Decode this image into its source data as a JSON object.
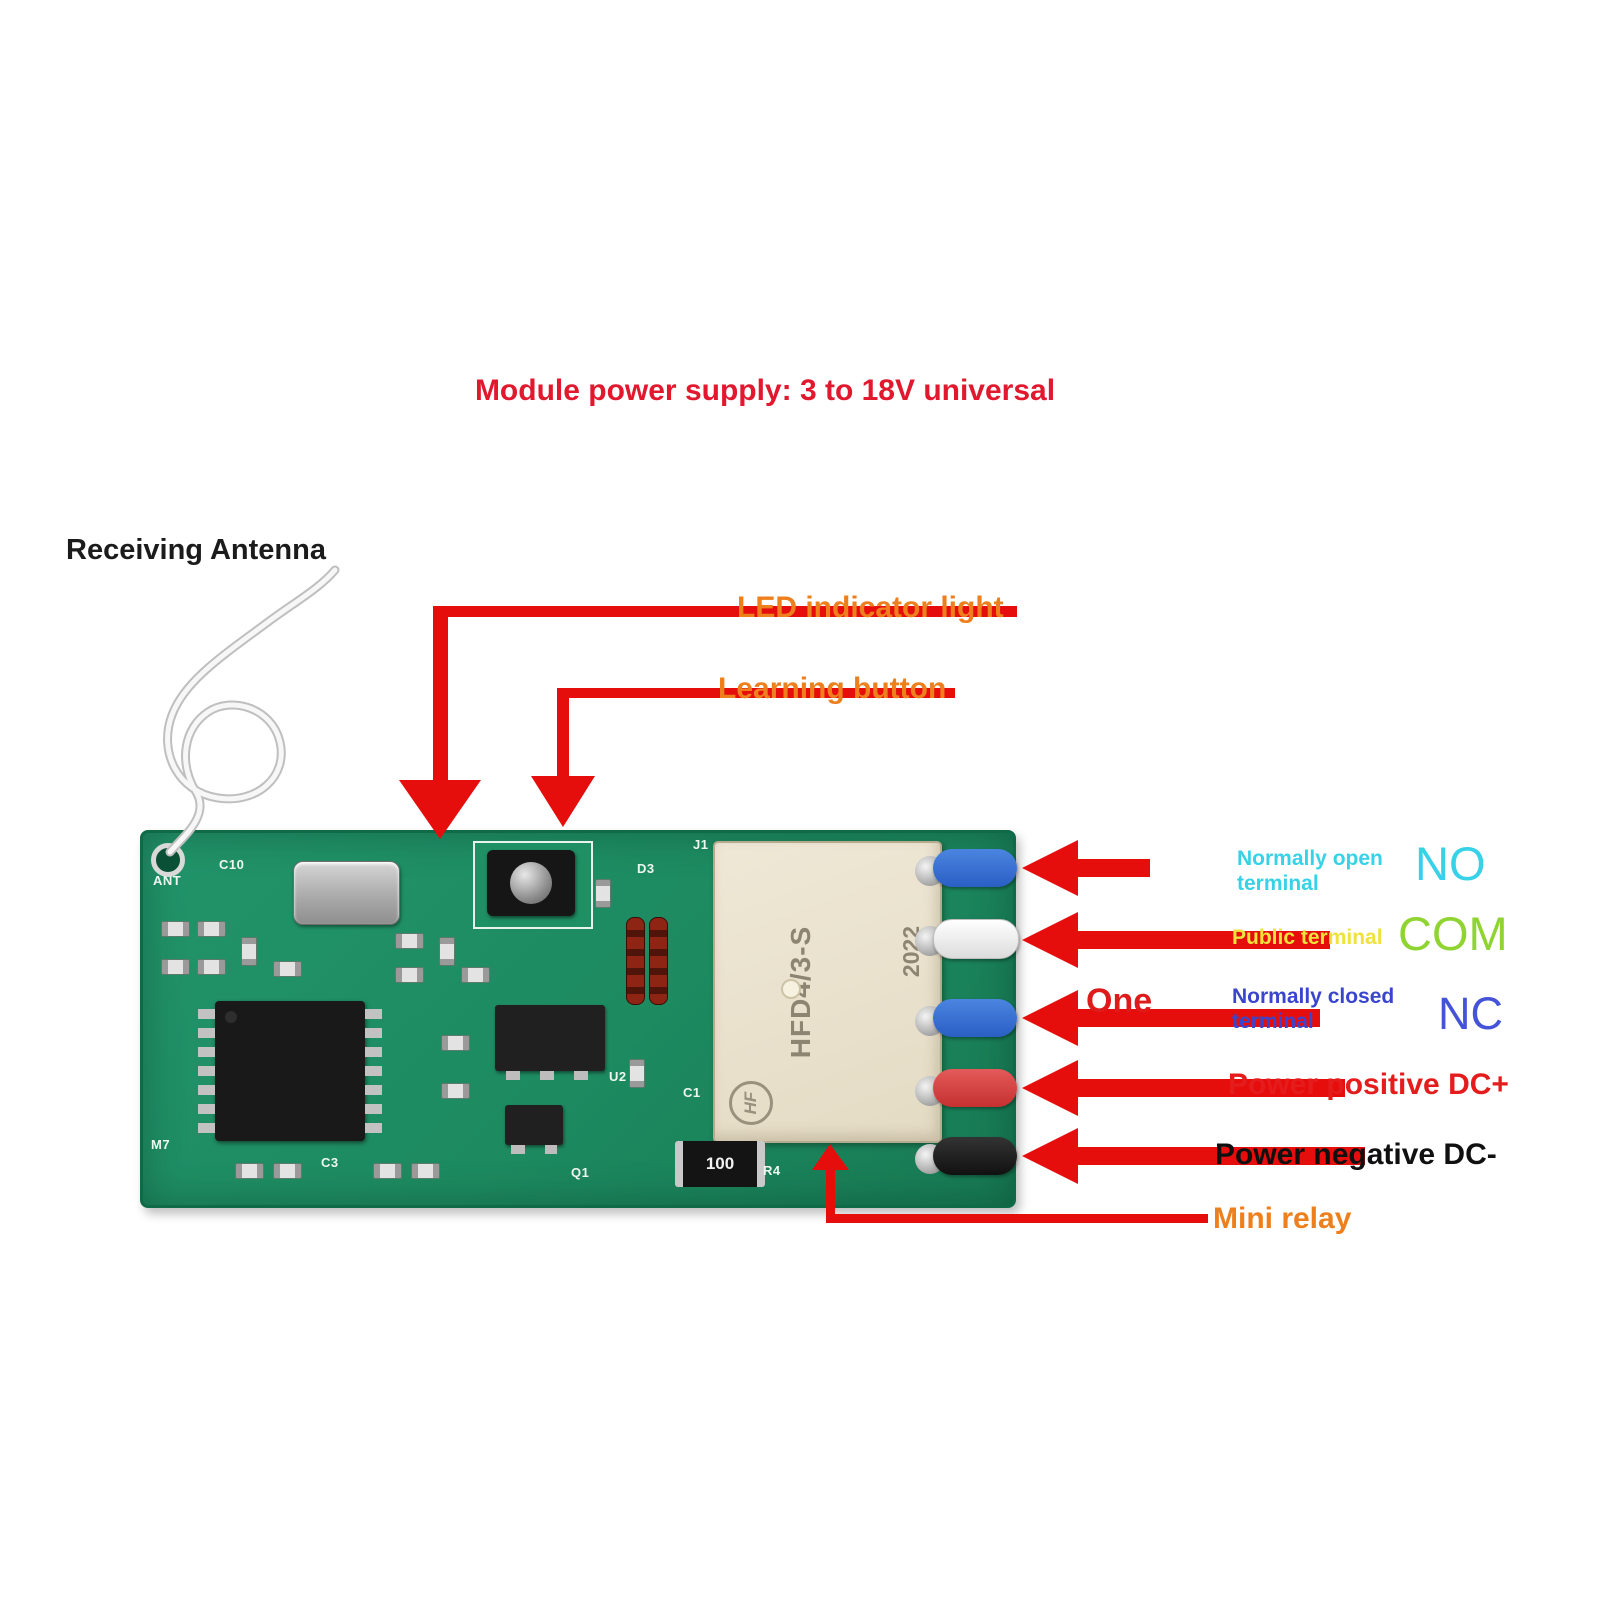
{
  "title": "Module power supply: 3 to 18V universal",
  "annotations": {
    "receiving_antenna": "Receiving Antenna",
    "led_indicator": "LED indicator light",
    "learning_button": "Learning button",
    "one": "One",
    "mini_relay": "Mini relay"
  },
  "terminals": {
    "no": {
      "name": "Normally open terminal",
      "abbr": "NO"
    },
    "com": {
      "name": "Public terminal",
      "abbr": "COM"
    },
    "nc": {
      "name": "Normally closed terminal",
      "abbr": "NC"
    },
    "dc_plus": {
      "name": "Power positive DC+"
    },
    "dc_minus": {
      "name": "Power negative DC-"
    }
  },
  "pcb": {
    "silkscreen": {
      "ant": "ANT",
      "c10": "C10",
      "d3": "D3",
      "j1": "J1",
      "u2": "U2",
      "c1": "C1",
      "q1": "Q1",
      "c3": "C3",
      "m7": "M7",
      "r4": "R4",
      "r_value": "100"
    },
    "relay": {
      "model": "HFD4/3-S",
      "year": "2022",
      "brand": "HF"
    }
  },
  "colors": {
    "title_red": "#e1182e",
    "annotation_orange": "#ee7f1d",
    "arrow_red": "#e60d0d",
    "no_cyan": "#38d2e8",
    "com_label_yellow": "#efe23c",
    "com_abbr_green": "#8fd430",
    "nc_blue": "#3a45cf",
    "dc_plus_red": "#e51c1c",
    "dc_minus_black": "#101010",
    "pcb_green": "#1d8a60",
    "relay_beige": "#e9e1cd",
    "wire_blue": "#2a5fc4",
    "wire_white": "#ffffff",
    "wire_red": "#c63030",
    "wire_black": "#111111"
  }
}
